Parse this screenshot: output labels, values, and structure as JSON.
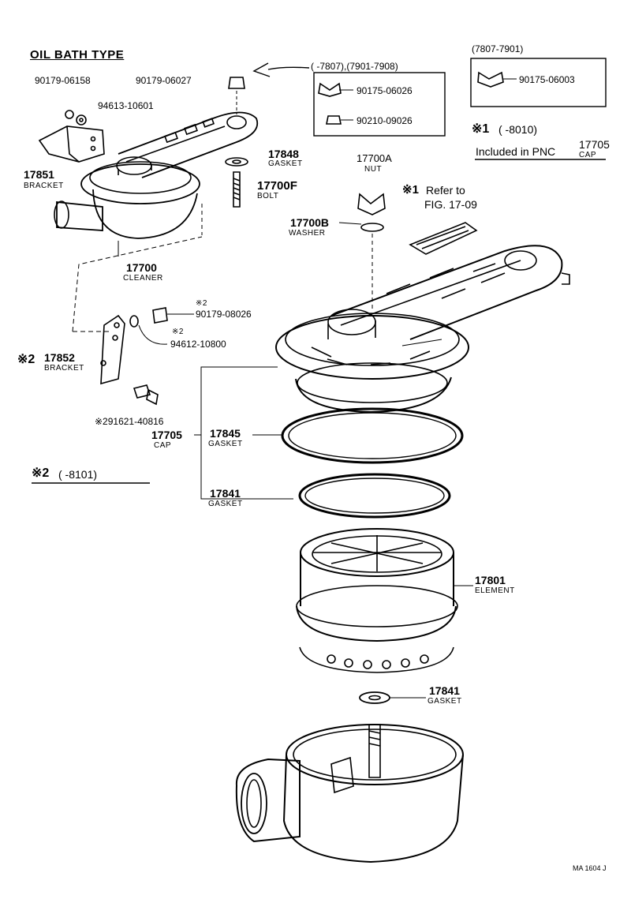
{
  "title": "OIL BATH TYPE",
  "ranges": {
    "wing_nut_range": "(      -7807),(7901-7908)",
    "cap_nut_range": "(7807-7901)"
  },
  "notes": {
    "note1_mark": "※1",
    "note1_range": "(       -8010)",
    "note1_text": "Included in PNC",
    "note1_pnc": "17705",
    "note1_pnc_sub": "CAP",
    "refer_mark": "※1",
    "refer_line1": "Refer to",
    "refer_line2": "FIG. 17-09",
    "note2_mark": "※2",
    "note2_range": "(       -8101)",
    "star2_small": "※2",
    "star2_small_b": "※2"
  },
  "parts": {
    "p90179_06158": "90179-06158",
    "p90179_06027": "90179-06027",
    "p94613_10601": "94613-10601",
    "p90175_06026": "90175-06026",
    "p90210_09026": "90210-09026",
    "p90175_06003": "90175-06003",
    "p17851": "17851",
    "p17851_name": "BRACKET",
    "p17848": "17848",
    "p17848_name": "GASKET",
    "p17700F": "17700F",
    "p17700F_name": "BOLT",
    "p17700A": "17700A",
    "p17700A_name": "NUT",
    "p17700B": "17700B",
    "p17700B_name": "WASHER",
    "p17700": "17700",
    "p17700_name": "CLEANER",
    "p90179_08026": "90179-08026",
    "p94612_10800": "94612-10800",
    "p17852_mark": "※2",
    "p17852": "17852",
    "p17852_name": "BRACKET",
    "p91621_40816": "※291621-40816",
    "p17705": "17705",
    "p17705_name": "CAP",
    "p17845": "17845",
    "p17845_name": "GASKET",
    "p17841a": "17841",
    "p17841a_name": "GASKET",
    "p17801": "17801",
    "p17801_name": "ELEMENT",
    "p17841b": "17841",
    "p17841b_name": "GASKET"
  },
  "footer_code": "MA 1604 J"
}
